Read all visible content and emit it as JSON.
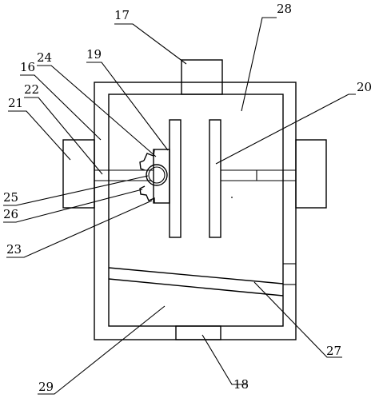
{
  "labels": {
    "l17": "17",
    "l28": "28",
    "l19": "19",
    "l24": "24",
    "l16": "16",
    "l22": "22",
    "l21": "21",
    "l20": "20",
    "l25": "25",
    "l26": "26",
    "l23": "23",
    "l27": "27",
    "l29": "29",
    "l18": "18"
  }
}
